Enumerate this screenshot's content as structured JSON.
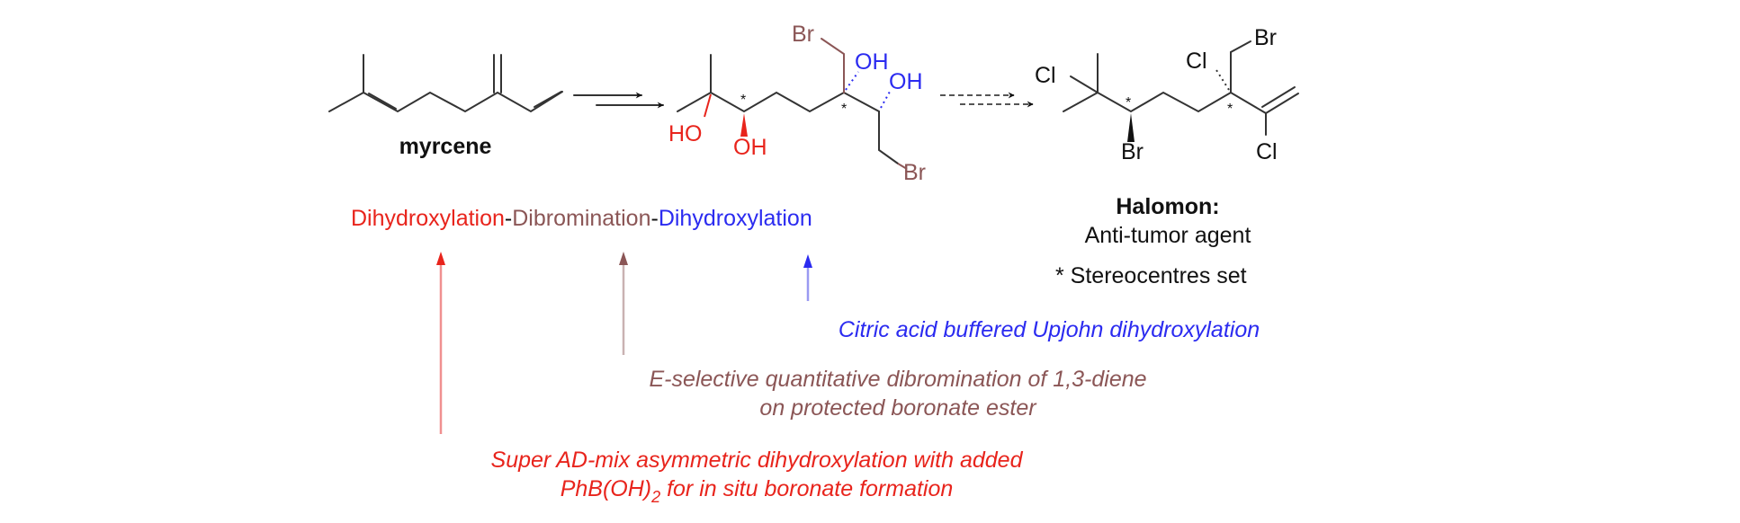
{
  "colors": {
    "red": "#e8241c",
    "brown": "#8b5656",
    "blue": "#2b2bf0",
    "black": "#111111"
  },
  "myrcene": {
    "name": "myrcene"
  },
  "intermediate": {
    "labels": {
      "ho1": "HO",
      "oh1": "OH",
      "br_top": "Br",
      "oh2": "OH",
      "oh3": "OH",
      "br_bottom": "Br"
    },
    "stars": [
      "*",
      "*"
    ]
  },
  "halomon": {
    "labels": {
      "cl_left": "Cl",
      "br_low": "Br",
      "cl_mid": "Cl",
      "br_top": "Br",
      "cl_low": "Cl"
    },
    "stars": [
      "*",
      "*"
    ],
    "title": "Halomon:",
    "subtitle": "Anti-tumor agent",
    "footnote": "* Stereocentres set"
  },
  "sequence": {
    "step1": "Dihydroxylation",
    "sep1": "-",
    "step2": "Dibromination",
    "sep2": "-",
    "step3": "Dihydroxylation"
  },
  "notes": {
    "blue": "Citric acid buffered Upjohn dihydroxylation",
    "brown_line1": "E-selective quantitative dibromination of 1,3-diene",
    "brown_line2": "on protected boronate ester",
    "red_line1": "Super AD-mix asymmetric dihydroxylation with added",
    "red_line2_a": "PhB(OH)",
    "red_line2_sub": "2",
    "red_line2_b": " for in situ boronate formation"
  }
}
